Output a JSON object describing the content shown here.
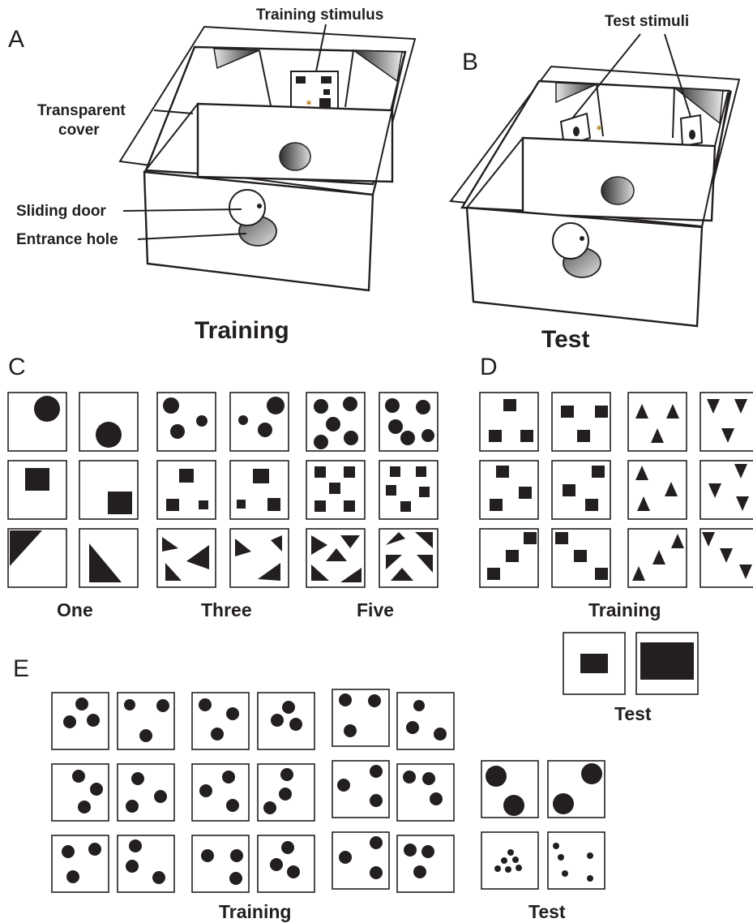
{
  "panels": {
    "a": {
      "letter": "A",
      "caption": "Training",
      "labels": {
        "stimulus": "Training stimulus",
        "cover_1": "Transparent",
        "cover_2": "cover",
        "door": "Sliding door",
        "hole": "Entrance hole"
      }
    },
    "b": {
      "letter": "B",
      "caption": "Test",
      "labels": {
        "stimuli": "Test stimuli"
      }
    },
    "c": {
      "letter": "C",
      "groups": [
        "One",
        "Three",
        "Five"
      ]
    },
    "d": {
      "letter": "D",
      "caption_training": "Training",
      "caption_test": "Test"
    },
    "e": {
      "letter": "E",
      "caption_training": "Training",
      "caption_test": "Test"
    }
  },
  "colors": {
    "ink": "#231f20",
    "paper": "#ffffff",
    "gradient_dark": "#3a3a3a",
    "gradient_light": "#e6e6e6"
  }
}
